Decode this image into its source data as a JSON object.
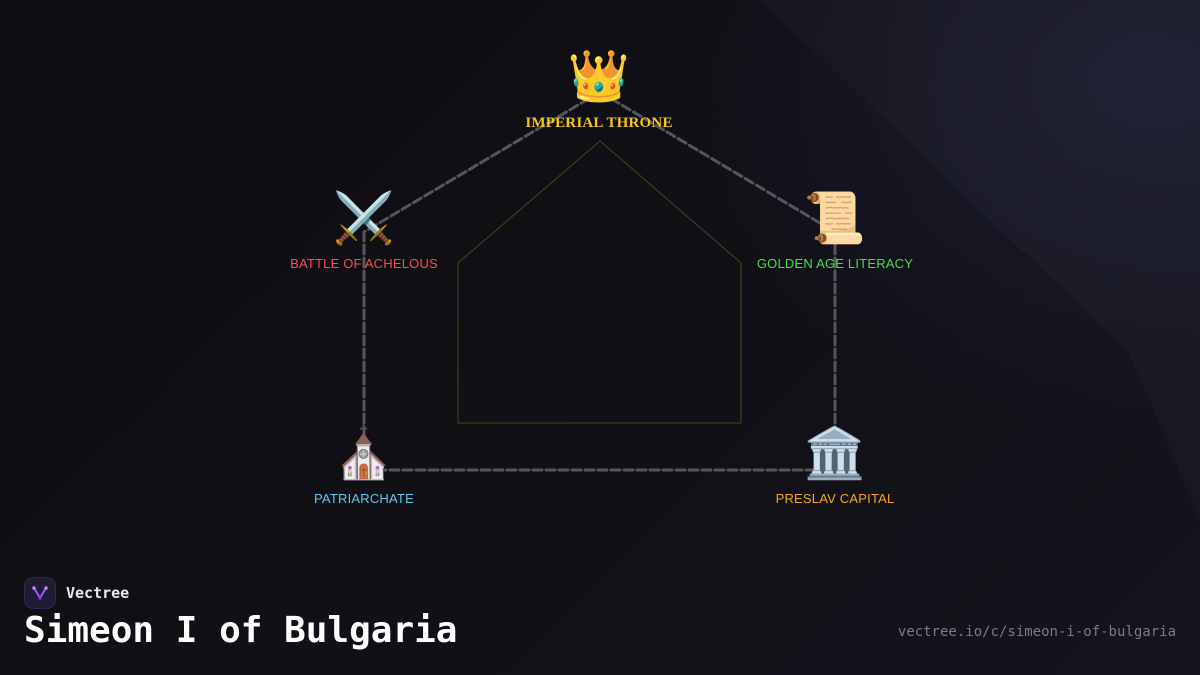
{
  "diagram": {
    "nodes": [
      {
        "id": "throne",
        "icon": "👑",
        "icon_name": "crown-icon",
        "label": "IMPERIAL THRONE",
        "color": "#f5c518"
      },
      {
        "id": "achelous",
        "icon": "⚔️",
        "icon_name": "crossed-swords-icon",
        "label": "BATTLE OF ACHELOUS",
        "color": "#f05252"
      },
      {
        "id": "literacy",
        "icon": "📜",
        "icon_name": "scroll-icon",
        "label": "GOLDEN AGE LITERACY",
        "color": "#4ade4a"
      },
      {
        "id": "patriarchate",
        "icon": "⛪",
        "icon_name": "church-icon",
        "label": "PATRIARCHATE",
        "color": "#5ec8f0"
      },
      {
        "id": "preslav",
        "icon": "🏛️",
        "icon_name": "classical-building-icon",
        "label": "PRESLAV CAPITAL",
        "color": "#f5a623"
      }
    ],
    "edges": [
      {
        "from": "throne",
        "to": "achelous"
      },
      {
        "from": "throne",
        "to": "literacy"
      },
      {
        "from": "achelous",
        "to": "patriarchate"
      },
      {
        "from": "literacy",
        "to": "preslav"
      },
      {
        "from": "patriarchate",
        "to": "preslav"
      }
    ],
    "outline_color": "#4a4316",
    "edge_color": "#55555c"
  },
  "footer": {
    "brand_name": "Vectree",
    "brand_icon": "vectree-logo-icon",
    "title": "Simeon I of Bulgaria",
    "url": "vectree.io/c/simeon-i-of-bulgaria"
  }
}
